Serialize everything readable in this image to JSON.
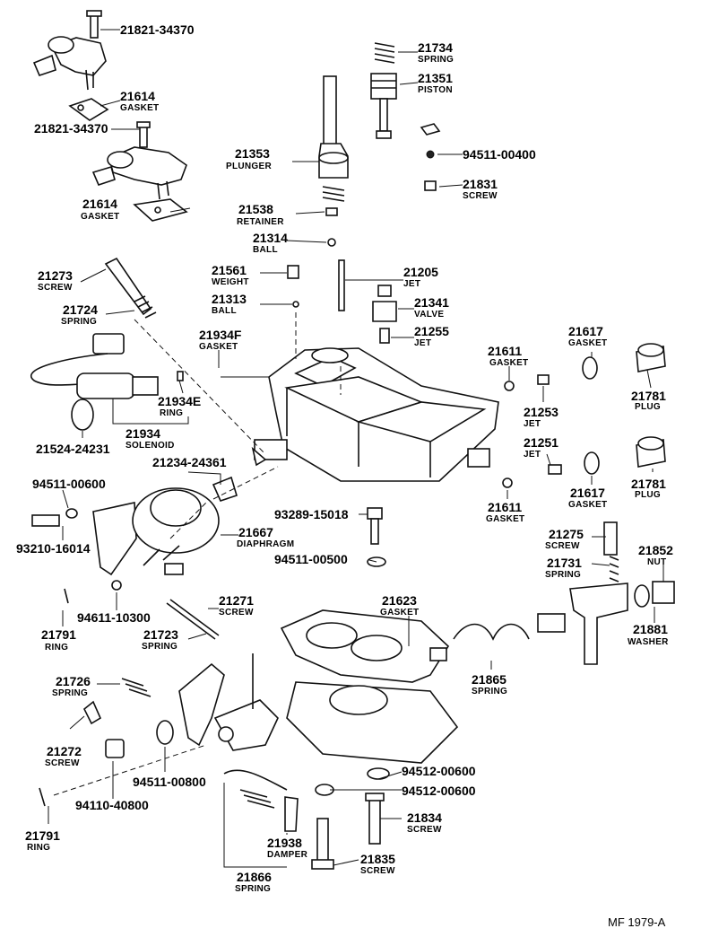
{
  "footer_code": "MF 1979-A",
  "callouts": [
    {
      "id": "c01",
      "pn": "21821-34370",
      "name": ""
    },
    {
      "id": "c02",
      "pn": "21614",
      "name": "GASKET"
    },
    {
      "id": "c03",
      "pn": "21821-34370",
      "name": ""
    },
    {
      "id": "c04",
      "pn": "21614",
      "name": "GASKET"
    },
    {
      "id": "c05",
      "pn": "21734",
      "name": "SPRING"
    },
    {
      "id": "c06",
      "pn": "21351",
      "name": "PISTON"
    },
    {
      "id": "c07",
      "pn": "94511-00400",
      "name": ""
    },
    {
      "id": "c08",
      "pn": "21831",
      "name": "SCREW"
    },
    {
      "id": "c09",
      "pn": "21353",
      "name": "PLUNGER"
    },
    {
      "id": "c10",
      "pn": "21538",
      "name": "RETAINER"
    },
    {
      "id": "c11",
      "pn": "21314",
      "name": "BALL"
    },
    {
      "id": "c12",
      "pn": "21561",
      "name": "WEIGHT"
    },
    {
      "id": "c13",
      "pn": "21205",
      "name": "JET"
    },
    {
      "id": "c14",
      "pn": "21313",
      "name": "BALL"
    },
    {
      "id": "c15",
      "pn": "21341",
      "name": "VALVE"
    },
    {
      "id": "c16",
      "pn": "21255",
      "name": "JET"
    },
    {
      "id": "c17",
      "pn": "21273",
      "name": "SCREW"
    },
    {
      "id": "c18",
      "pn": "21724",
      "name": "SPRING"
    },
    {
      "id": "c19",
      "pn": "21934F",
      "name": "GASKET"
    },
    {
      "id": "c20",
      "pn": "21611",
      "name": "GASKET"
    },
    {
      "id": "c21",
      "pn": "21617",
      "name": "GASKET"
    },
    {
      "id": "c22",
      "pn": "21781",
      "name": "PLUG"
    },
    {
      "id": "c23",
      "pn": "21934E",
      "name": "RING"
    },
    {
      "id": "c24",
      "pn": "21253",
      "name": "JET"
    },
    {
      "id": "c25",
      "pn": "21934",
      "name": "SOLENOID"
    },
    {
      "id": "c26",
      "pn": "21524-24231",
      "name": ""
    },
    {
      "id": "c27",
      "pn": "21251",
      "name": "JET"
    },
    {
      "id": "c28",
      "pn": "21781",
      "name": "PLUG"
    },
    {
      "id": "c29",
      "pn": "21234-24361",
      "name": ""
    },
    {
      "id": "c30",
      "pn": "21617",
      "name": "GASKET"
    },
    {
      "id": "c31",
      "pn": "21611",
      "name": "GASKET"
    },
    {
      "id": "c32",
      "pn": "94511-00600",
      "name": ""
    },
    {
      "id": "c33",
      "pn": "93289-15018",
      "name": ""
    },
    {
      "id": "c34",
      "pn": "21667",
      "name": "DIAPHRAGM"
    },
    {
      "id": "c35",
      "pn": "93210-16014",
      "name": ""
    },
    {
      "id": "c36",
      "pn": "21275",
      "name": "SCREW"
    },
    {
      "id": "c37",
      "pn": "21852",
      "name": "NUT"
    },
    {
      "id": "c38",
      "pn": "94511-00500",
      "name": ""
    },
    {
      "id": "c39",
      "pn": "21731",
      "name": "SPRING"
    },
    {
      "id": "c40",
      "pn": "94611-10300",
      "name": ""
    },
    {
      "id": "c41",
      "pn": "21271",
      "name": "SCREW"
    },
    {
      "id": "c42",
      "pn": "21623",
      "name": "GASKET"
    },
    {
      "id": "c43",
      "pn": "21791",
      "name": "RING"
    },
    {
      "id": "c44",
      "pn": "21723",
      "name": "SPRING"
    },
    {
      "id": "c45",
      "pn": "21881",
      "name": "WASHER"
    },
    {
      "id": "c46",
      "pn": "21726",
      "name": "SPRING"
    },
    {
      "id": "c47",
      "pn": "21865",
      "name": "SPRING"
    },
    {
      "id": "c48",
      "pn": "21272",
      "name": "SCREW"
    },
    {
      "id": "c49",
      "pn": "94511-00800",
      "name": ""
    },
    {
      "id": "c50",
      "pn": "94512-00600",
      "name": ""
    },
    {
      "id": "c51",
      "pn": "94110-40800",
      "name": ""
    },
    {
      "id": "c52",
      "pn": "94512-00600",
      "name": ""
    },
    {
      "id": "c53",
      "pn": "21834",
      "name": "SCREW"
    },
    {
      "id": "c54",
      "pn": "21791",
      "name": "RING"
    },
    {
      "id": "c55",
      "pn": "21938",
      "name": "DAMPER"
    },
    {
      "id": "c56",
      "pn": "21835",
      "name": "SCREW"
    },
    {
      "id": "c57",
      "pn": "21866",
      "name": "SPRING"
    }
  ]
}
